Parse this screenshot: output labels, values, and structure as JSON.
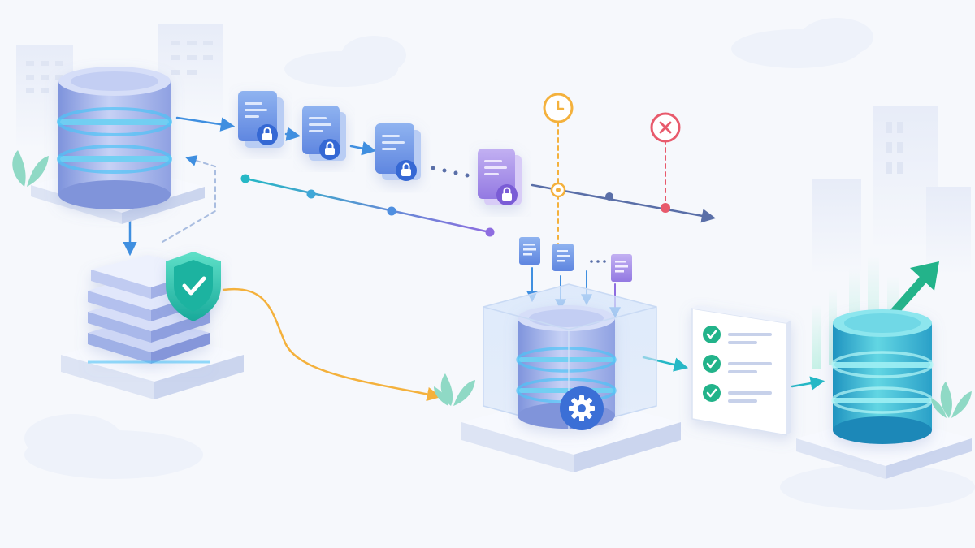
{
  "scene": {
    "palette": {
      "background": "#f6f8fc",
      "primary_db": "#8fa3e6",
      "primary_db_light": "#c9d3f5",
      "glow": "#4fc3f7",
      "accent_blue": "#3f8fe0",
      "accent_purple": "#8e6de0",
      "accent_teal": "#26b8c6",
      "accent_orange": "#f4b13c",
      "accent_red": "#e85a6c",
      "accent_green": "#23b38a"
    },
    "nodes": [
      {
        "id": "source-database",
        "icon": "database-icon"
      },
      {
        "id": "backup-database",
        "icon": "shield-check-icon"
      },
      {
        "id": "processing-database",
        "icon": "gear-icon"
      },
      {
        "id": "validation-checklist",
        "icon": "checklist-icon",
        "checks": 3
      },
      {
        "id": "target-database",
        "icon": "trend-up-arrow-icon"
      }
    ],
    "stream": {
      "encrypted_files": 4,
      "files_into_processing": 3,
      "markers": [
        "clock-icon",
        "close-icon"
      ]
    }
  }
}
